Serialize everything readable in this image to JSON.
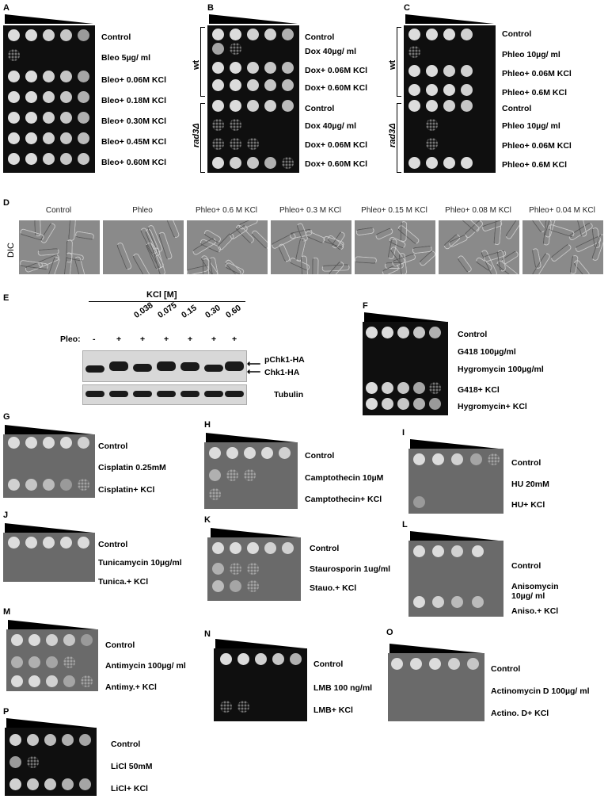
{
  "panels": {
    "A": {
      "letter": "A",
      "labels": [
        "Control",
        "Bleo 5µg/ ml",
        "Bleo+ 0.06M KCl",
        "Bleo+ 0.18M KCl",
        "Bleo+ 0.30M KCl",
        "Bleo+ 0.45M KCl",
        "Bleo+ 0.60M KCl"
      ]
    },
    "B": {
      "letter": "B",
      "groups": [
        "wt",
        "rad3Δ"
      ],
      "labels": [
        "Control",
        "Dox 40µg/ ml",
        "Dox+ 0.06M KCl",
        "Dox+ 0.60M KCl",
        "Control",
        "Dox 40µg/ ml",
        "Dox+ 0.06M KCl",
        "Dox+ 0.60M KCl"
      ]
    },
    "C": {
      "letter": "C",
      "groups": [
        "wt",
        "rad3Δ"
      ],
      "labels": [
        "Control",
        "Phleo 10µg/ ml",
        "Phleo+ 0.06M KCl",
        "Phleo+ 0.6M KCl",
        "Control",
        "Phleo 10µg/ ml",
        "Phleo+ 0.06M KCl",
        "Phleo+ 0.6M KCl"
      ]
    },
    "D": {
      "letter": "D",
      "side": "DIC",
      "scale": "10 µm",
      "headers": [
        "Control",
        "Phleo",
        "Phleo+ 0.6 M KCl",
        "Phleo+ 0.3 M KCl",
        "Phleo+ 0.15 M KCl",
        "Phleo+ 0.08 M KCl",
        "Phleo+ 0.04 M KCl"
      ]
    },
    "E": {
      "letter": "E",
      "kcl_title": "KCl [M]",
      "concs": [
        "0.038",
        "0.075",
        "0.15",
        "0.30",
        "0.60"
      ],
      "pleo_label": "Pleo:",
      "pleo_signs": [
        "-",
        "+",
        "+",
        "+",
        "+",
        "+",
        "+"
      ],
      "band1": "pChk1-HA",
      "band2": "Chk1-HA",
      "tubulin": "Tubulin"
    },
    "F": {
      "letter": "F",
      "labels": [
        "Control",
        "G418 100µg/ml",
        "Hygromycin 100µg/ml",
        "G418+  KCl",
        "Hygromycin+ KCl"
      ]
    },
    "G": {
      "letter": "G",
      "labels": [
        "Control",
        "Cisplatin 0.25mM",
        "Cisplatin+ KCl"
      ]
    },
    "H": {
      "letter": "H",
      "labels": [
        "Control",
        "Camptothecin 10µM",
        "Camptothecin+ KCl"
      ]
    },
    "I": {
      "letter": "I",
      "labels": [
        "Control",
        "HU 20mM",
        "HU+ KCl"
      ]
    },
    "J": {
      "letter": "J",
      "labels": [
        "Control",
        "Tunicamycin 10µg/ml",
        "Tunica.+ KCl"
      ]
    },
    "K": {
      "letter": "K",
      "labels": [
        "Control",
        "Staurosporin 1ug/ml",
        "Stauo.+ KCl"
      ]
    },
    "L": {
      "letter": "L",
      "labels": [
        "Control",
        "Anisomycin",
        "10µg/ ml",
        "Aniso.+ KCl"
      ]
    },
    "M": {
      "letter": "M",
      "labels": [
        "Control",
        "Antimycin 100µg/ ml",
        "Antimy.+ KCl"
      ]
    },
    "N": {
      "letter": "N",
      "labels": [
        "Control",
        "LMB 100 ng/ml",
        "LMB+ KCl"
      ]
    },
    "O": {
      "letter": "O",
      "labels": [
        "Control",
        "Actinomycin D 100µg/ ml",
        "Actino. D+ KCl"
      ]
    },
    "P": {
      "letter": "P",
      "labels": [
        "Control",
        "LiCl 50mM",
        "LiCl+ KCl"
      ]
    }
  }
}
